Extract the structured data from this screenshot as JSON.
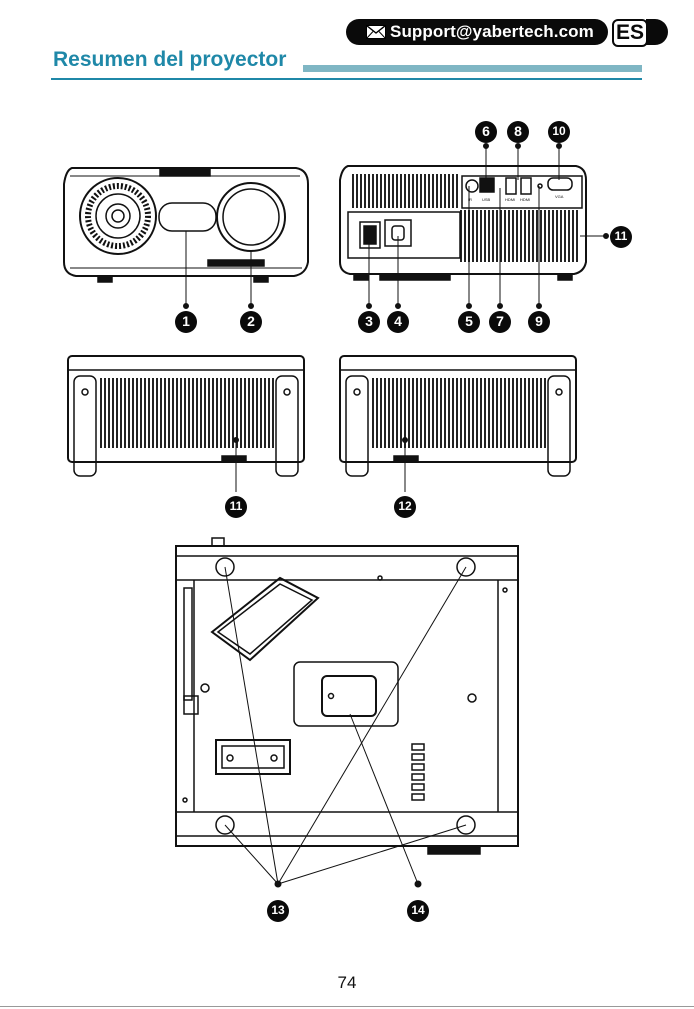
{
  "header": {
    "support_email": "Support@yabertech.com",
    "language_badge": "ES",
    "mail_icon": "envelope-icon"
  },
  "page": {
    "title": "Resumen del proyector",
    "number": "74"
  },
  "front_view": {
    "callouts": [
      "1",
      "2"
    ]
  },
  "back_view": {
    "callouts": [
      "3",
      "4",
      "5",
      "6",
      "7",
      "8",
      "9",
      "10",
      "11"
    ],
    "port_labels": [
      "IR",
      "USB",
      "HDMI",
      "HDMI",
      "VGA"
    ]
  },
  "side_views": {
    "callouts": [
      "11",
      "12"
    ]
  },
  "bottom_view": {
    "callouts": [
      "13",
      "14"
    ]
  },
  "colors": {
    "title": "#1f88a8",
    "title_bar": "#7fb6c4",
    "line_art": "#111111"
  }
}
